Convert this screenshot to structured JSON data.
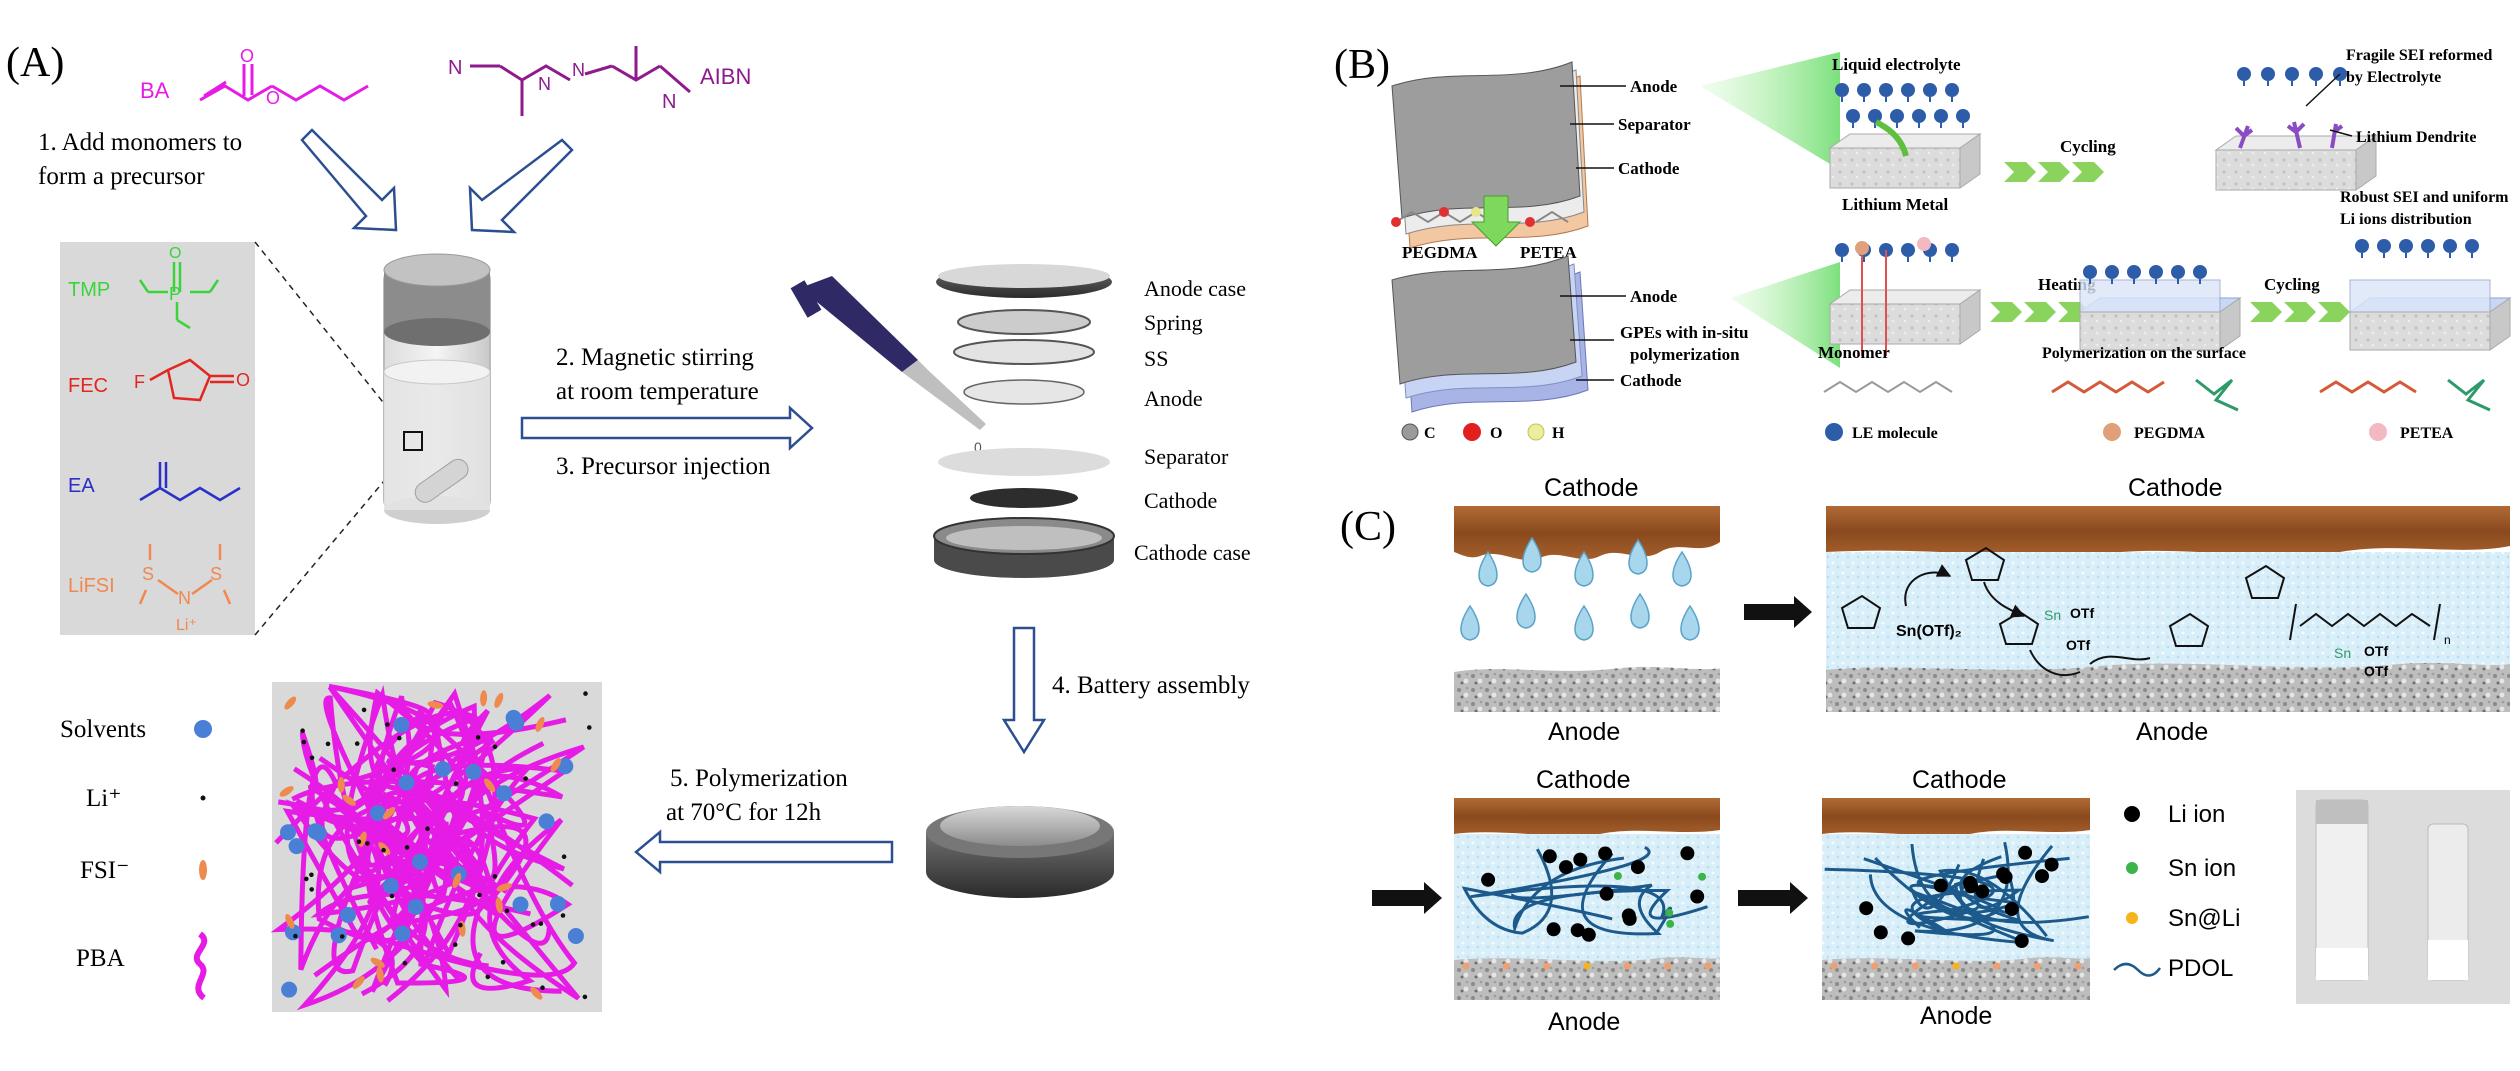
{
  "panelA": {
    "letter": "(A)",
    "monomers": {
      "ba": "BA",
      "aibn": "AIBN",
      "n_label": "N"
    },
    "step1": [
      "1. Add monomers to",
      "form a precursor"
    ],
    "step2": [
      "2. Magnetic stirring",
      "at room temperature"
    ],
    "step3": "3. Precursor injection",
    "step4": "4. Battery assembly",
    "step5": [
      "5. Polymerization",
      "at 70°C for 12h"
    ],
    "components": [
      {
        "label": "TMP",
        "color": "#39d43a"
      },
      {
        "label": "FEC",
        "color": "#e3261f"
      },
      {
        "label": "EA",
        "color": "#2a2fc8"
      },
      {
        "label": "LiFSI",
        "color": "#f2874f"
      }
    ],
    "atoms": {
      "p": "P",
      "o": "O",
      "f": "F",
      "s": "S",
      "n": "N",
      "li": "Li⁺"
    },
    "cell_parts": [
      "Anode case",
      "Spring",
      "SS",
      "Anode",
      "Separator",
      "Cathode",
      "Cathode case"
    ],
    "legend": [
      "Solvents",
      "Li⁺",
      "FSI⁻",
      "PBA"
    ],
    "colors": {
      "magenta": "#e61ce6",
      "blue": "#4a7fd6",
      "orange": "#ee8a4e",
      "arrow": "#2b4f91"
    }
  },
  "panelB": {
    "letter": "(B)",
    "top_labels": [
      "Anode",
      "Separator",
      "Cathode"
    ],
    "bottom_labels": [
      "Anode",
      "GPEs with in-situ",
      "polymerization",
      "Cathode"
    ],
    "pegdma": "PEGDMA",
    "petea": "PETEA",
    "liquid_electrolyte": "Liquid electrolyte",
    "lithium_metal": "Lithium Metal",
    "cycling": "Cycling",
    "heating": "Heating",
    "fragile_sei": [
      "Fragile SEI reformed",
      "by Electrolyte"
    ],
    "dendrite": "Lithium Dendrite",
    "robust_sei": [
      "Robust SEI and uniform",
      "Li ions distribution"
    ],
    "monomer": "Monomer",
    "polymerization_surface": "Polymerization on the surface",
    "legend_atoms": [
      "C",
      "O",
      "H"
    ],
    "legend_molecules": [
      "LE molecule",
      "PEGDMA",
      "PETEA"
    ]
  },
  "panelC": {
    "letter": "(C)",
    "cathode": "Cathode",
    "anode": "Anode",
    "reaction": {
      "sn_otf2": "Sn(OTf)₂",
      "sn": "Sn",
      "otf": "OTf",
      "n": "n"
    },
    "legend": [
      {
        "label": "Li ion",
        "color": "#000000"
      },
      {
        "label": "Sn ion",
        "color": "#3db44a"
      },
      {
        "label": "Sn@Li",
        "color": "#f7b31a"
      },
      {
        "label": "PDOL",
        "color": "#1d5a8c"
      }
    ]
  }
}
